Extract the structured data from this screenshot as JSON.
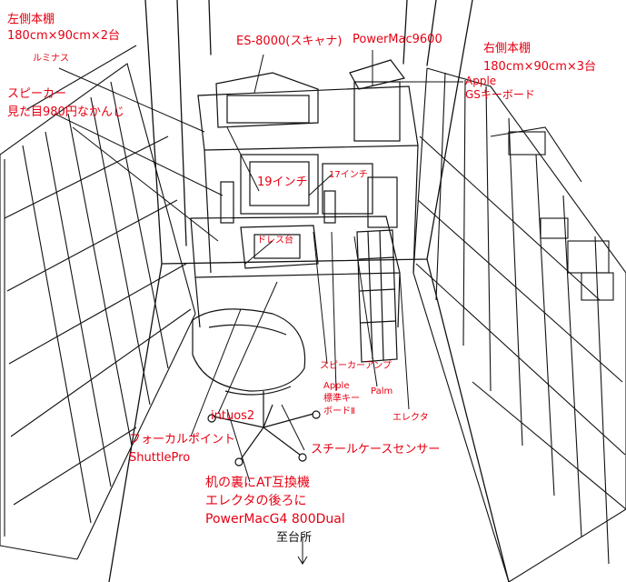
{
  "colors": {
    "ink": "#111111",
    "annotation": "#e60012",
    "leader": "#111111"
  },
  "labels": {
    "left_shelf_title": "左側本棚",
    "left_shelf_size": "180cm×90cm×2台",
    "luminous": "ルミナス",
    "speaker_title": "スピーカー",
    "speaker_note": "見た目980円なかんじ",
    "scanner": "ES-8000(スキャナ)",
    "powermac9600": "PowerMac9600",
    "right_shelf_title": "右側本棚",
    "right_shelf_size": "180cm×90cm×3台",
    "gs_keyboard_1": "Apple",
    "gs_keyboard_2": "GSキーボード",
    "monitor_19": "19インチ",
    "monitor_17": "17インチ",
    "wacom": "ドレス台",
    "speaker_amp": "スピーカーアンプ",
    "std_keyboard_1": "Apple",
    "std_keyboard_2": "標準キー",
    "std_keyboard_3": "ボードⅡ",
    "palm": "Palm",
    "erecta": "エレクタ",
    "intuos": "intuos2",
    "focal_point": "フォーカルポイント",
    "shuttle_pro": "ShuttlePro",
    "steel_case": "スチールケースセンサー",
    "g4_line1": "机の裏にAT互換機",
    "g4_line2": "エレクタの後ろに",
    "g4_line3": "PowerMacG4 800Dual",
    "kitchen": "至台所"
  }
}
